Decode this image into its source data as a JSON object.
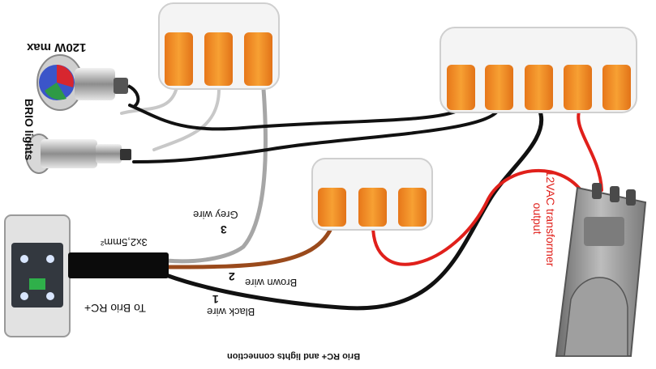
{
  "diagram": {
    "caption": "Brio RC+ and lights connection",
    "max_power": "120W max",
    "lights_label": "BRIO lights",
    "cable_spec": "3x2,5mm²",
    "controller_label": "To Brio RC+",
    "grey_wire": {
      "number": "3",
      "label": "Grey wire"
    },
    "brown_wire": {
      "number": "2",
      "label": "Brown wire"
    },
    "black_wire": {
      "number": "1",
      "label": "Black wire"
    },
    "transformer_label": "12VAC transformer output"
  },
  "colors": {
    "connector_body": "#f08c1e",
    "connector_housing": "#f3f3f3",
    "black_wire": "#111111",
    "brown_wire": "#9a4a1c",
    "grey_wire": "#a6a6a6",
    "red_wire": "#e0201b",
    "transformer": "#8c8c8c"
  }
}
